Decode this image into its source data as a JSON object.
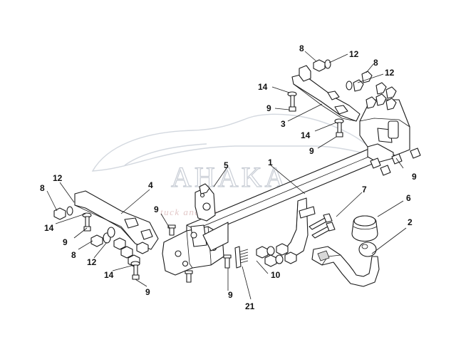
{
  "watermark": {
    "brand": "AHAKA",
    "tagline": "tuck and travel"
  },
  "callouts": [
    {
      "id": "c1",
      "label": "1"
    },
    {
      "id": "c2",
      "label": "2"
    },
    {
      "id": "c3",
      "label": "3"
    },
    {
      "id": "c4",
      "label": "4"
    },
    {
      "id": "c5",
      "label": "5"
    },
    {
      "id": "c6",
      "label": "6"
    },
    {
      "id": "c7",
      "label": "7"
    },
    {
      "id": "c8a",
      "label": "8"
    },
    {
      "id": "c8b",
      "label": "8"
    },
    {
      "id": "c8c",
      "label": "8"
    },
    {
      "id": "c8d",
      "label": "8"
    },
    {
      "id": "c9a",
      "label": "9"
    },
    {
      "id": "c9b",
      "label": "9"
    },
    {
      "id": "c9c",
      "label": "9"
    },
    {
      "id": "c9d",
      "label": "9"
    },
    {
      "id": "c9e",
      "label": "9"
    },
    {
      "id": "c9f",
      "label": "9"
    },
    {
      "id": "c9g",
      "label": "9"
    },
    {
      "id": "c10",
      "label": "10"
    },
    {
      "id": "c12a",
      "label": "12"
    },
    {
      "id": "c12b",
      "label": "12"
    },
    {
      "id": "c12c",
      "label": "12"
    },
    {
      "id": "c12d",
      "label": "12"
    },
    {
      "id": "c14a",
      "label": "14"
    },
    {
      "id": "c14b",
      "label": "14"
    },
    {
      "id": "c14c",
      "label": "14"
    },
    {
      "id": "c14d",
      "label": "14"
    },
    {
      "id": "c21",
      "label": "21"
    }
  ]
}
